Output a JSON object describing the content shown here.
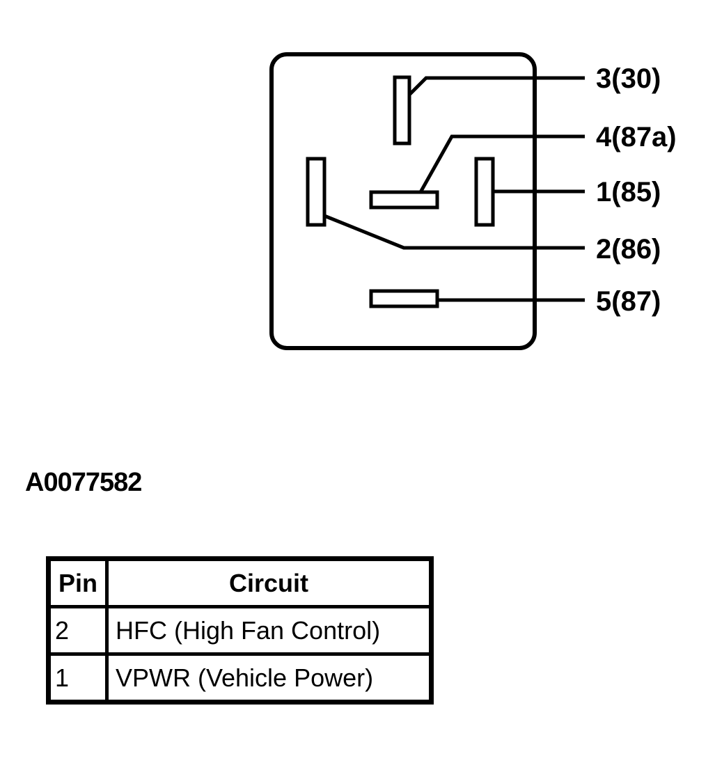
{
  "figure_id": "A0077582",
  "connector": {
    "pins": [
      {
        "key": "p3",
        "label": "3(30)"
      },
      {
        "key": "p4",
        "label": "4(87a)"
      },
      {
        "key": "p1",
        "label": "1(85)"
      },
      {
        "key": "p2",
        "label": "2(86)"
      },
      {
        "key": "p5",
        "label": "5(87)"
      }
    ]
  },
  "table": {
    "headers": {
      "pin": "Pin",
      "circuit": "Circuit"
    },
    "rows": [
      {
        "pin": "2",
        "circuit": "HFC (High Fan Control)"
      },
      {
        "pin": "1",
        "circuit": "VPWR (Vehicle Power)"
      }
    ]
  }
}
